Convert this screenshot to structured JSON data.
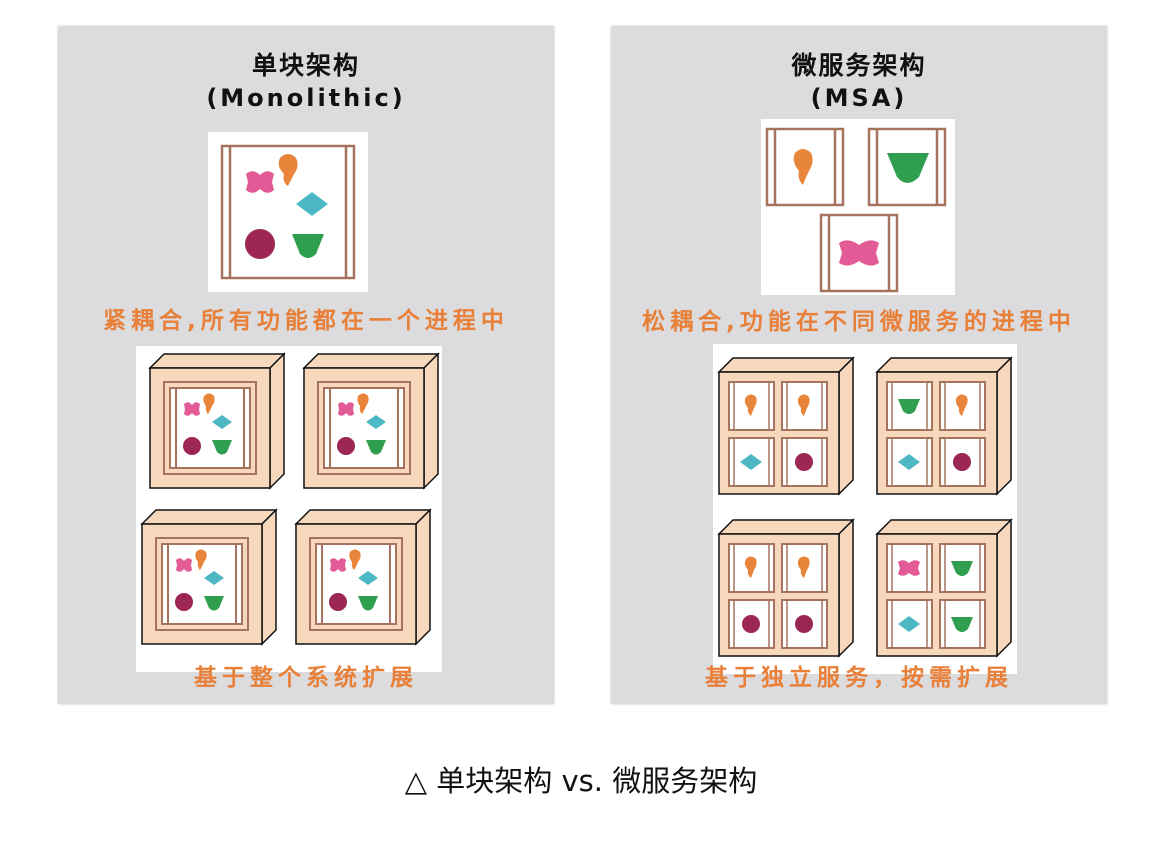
{
  "monolithic": {
    "title_cn": "单块架构",
    "title_en": "(Monolithic)",
    "caption_coupling": "紧耦合,所有功能都在一个进程中",
    "caption_scaling": "基于整个系统扩展"
  },
  "microservices": {
    "title_cn": "微服务架构",
    "title_en": "(MSA)",
    "caption_coupling": "松耦合,功能在不同微服务的进程中",
    "caption_scaling": "基于独立服务，按需扩展"
  },
  "footer": "△ 单块架构 vs. 微服务架构",
  "colors": {
    "panel_bg": "#dcdcde",
    "caption": "#e8803a",
    "orange": "#e8853b",
    "pink": "#e25a96",
    "teal": "#4db8c4",
    "maroon": "#9c2754",
    "green": "#2f9e4e",
    "frame": "#a6735e",
    "box_fill": "#f7d8bd"
  }
}
